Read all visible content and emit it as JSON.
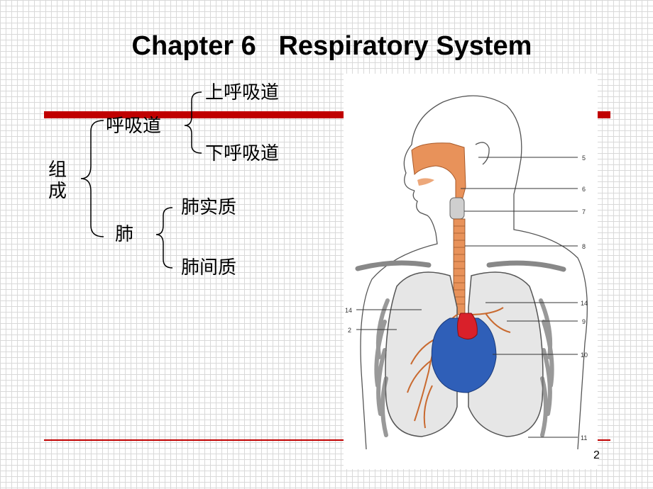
{
  "slide": {
    "title": "Chapter 6   Respiratory System",
    "page_number": "2"
  },
  "tree": {
    "root": "组成",
    "branch1": {
      "label": "呼吸道",
      "children": [
        "上呼吸道",
        "下呼吸道"
      ]
    },
    "branch2": {
      "label": "肺",
      "children": [
        "肺实质",
        "肺间质"
      ]
    }
  },
  "figure": {
    "callouts": [
      "5",
      "6",
      "7",
      "8",
      "14",
      "2",
      "14",
      "9",
      "10",
      "11"
    ]
  },
  "colors": {
    "accent_line": "#c00000",
    "airway": "#d9824a",
    "heart_red": "#d9202a",
    "heart_blue": "#2f5fb8"
  }
}
